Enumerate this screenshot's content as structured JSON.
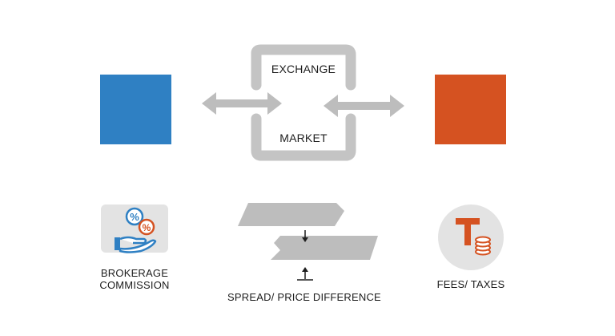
{
  "exchange_market": {
    "top_label": "EXCHANGE",
    "bottom_label": "MARKET"
  },
  "parties": {
    "left_color": "#2f80c3",
    "right_color": "#d55221"
  },
  "costs": {
    "brokerage_line1": "BROKERAGE",
    "brokerage_line2": "COMMISSION",
    "spread_label": "SPREAD/ PRICE DIFFERENCE",
    "fees_label": "FEES/ TAXES"
  },
  "icons": {
    "brokerage": "hand-percent-icon",
    "spread": "price-gap-icon",
    "fees": "tax-coins-icon"
  },
  "colors": {
    "frame_gray": "#c4c4c4",
    "arrow_gray": "#bdbdbd",
    "icon_blue": "#2f80c3",
    "icon_orange": "#d55221"
  }
}
